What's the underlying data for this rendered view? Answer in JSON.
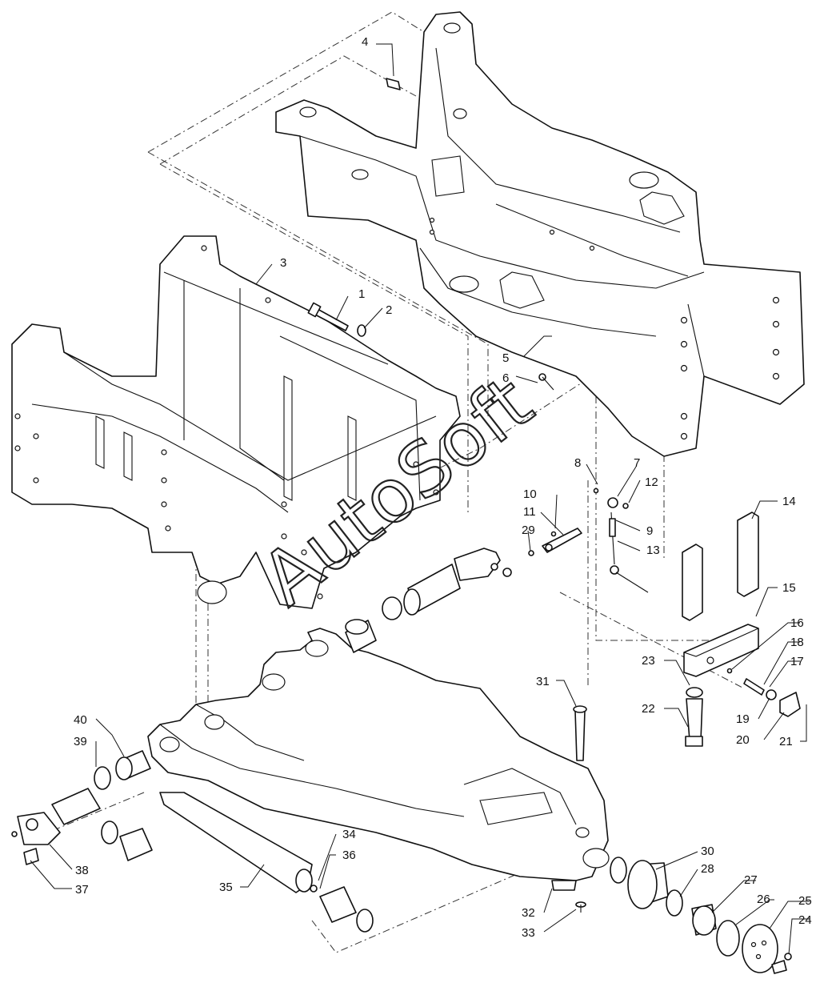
{
  "diagram": {
    "callouts": [
      "1",
      "2",
      "3",
      "4",
      "5",
      "6",
      "7",
      "8",
      "9",
      "10",
      "11",
      "12",
      "13",
      "14",
      "15",
      "16",
      "17",
      "18",
      "19",
      "20",
      "21",
      "22",
      "23",
      "24",
      "25",
      "26",
      "27",
      "28",
      "29",
      "30",
      "31",
      "32",
      "33",
      "34",
      "35",
      "36",
      "37",
      "38",
      "39",
      "40"
    ],
    "watermark": "AutoSoft"
  }
}
